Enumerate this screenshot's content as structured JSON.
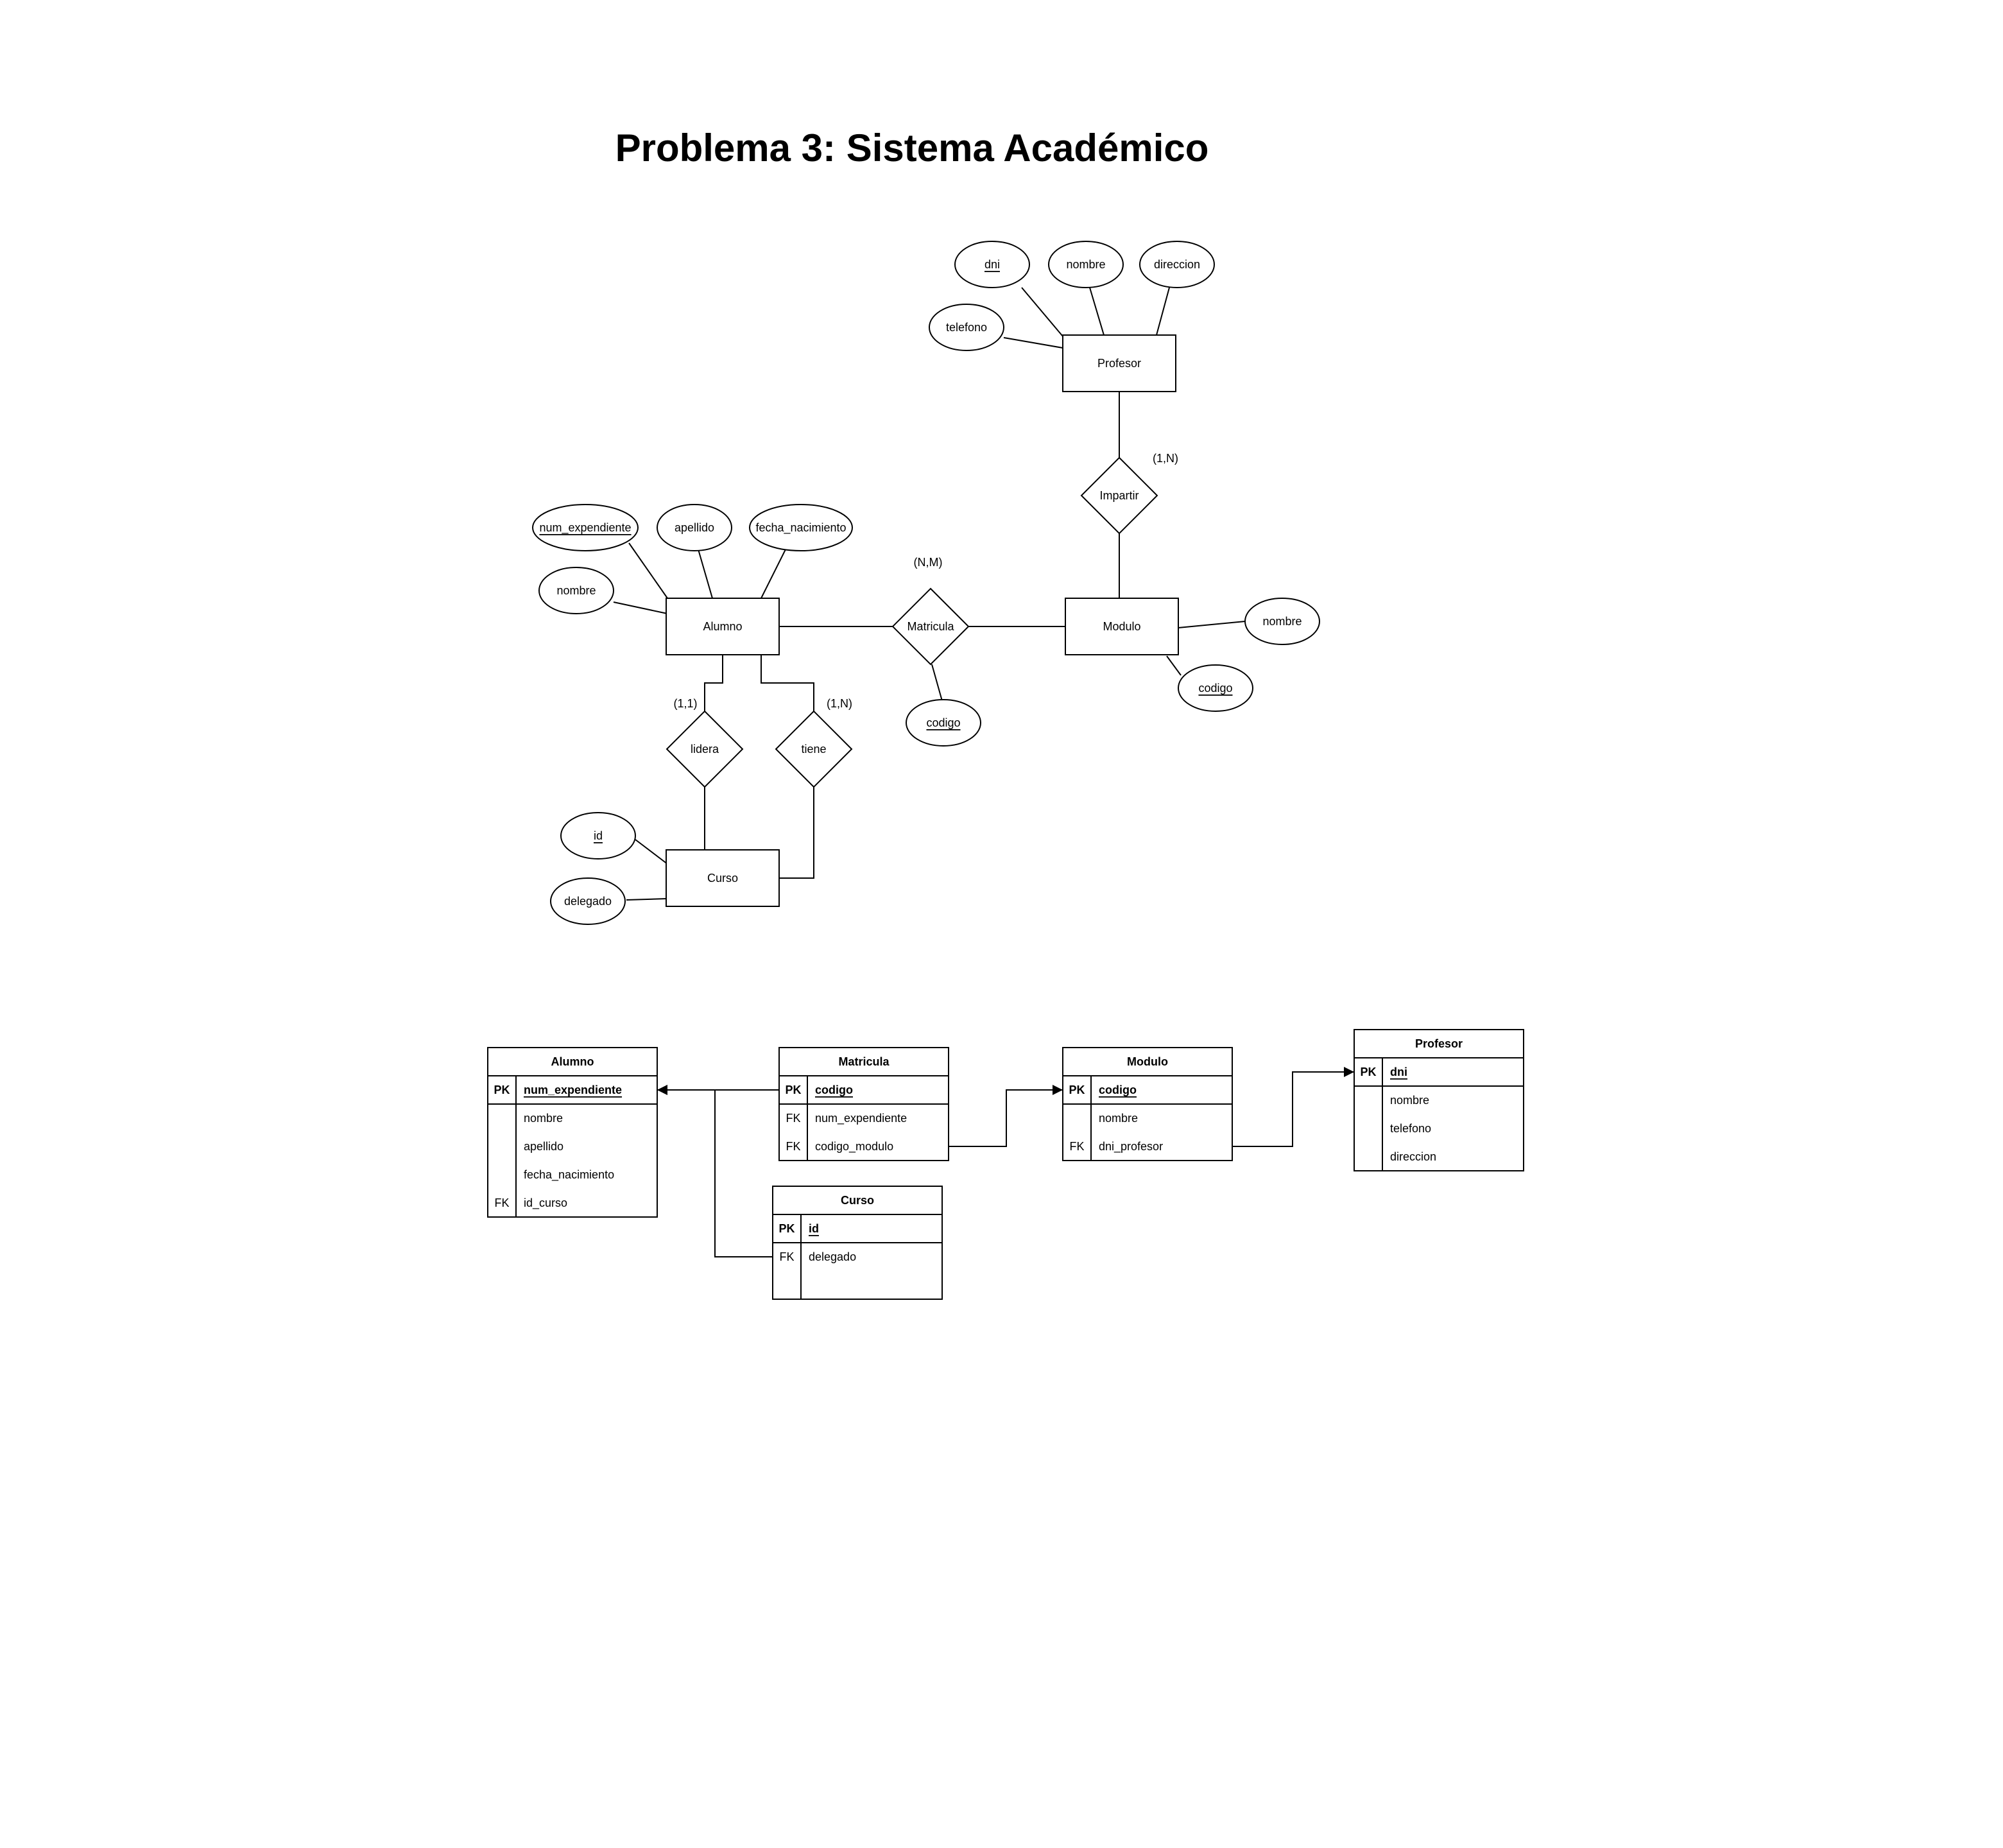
{
  "title": "Problema 3: Sistema Académico",
  "er": {
    "entities": [
      "Profesor",
      "Alumno",
      "Modulo",
      "Curso"
    ],
    "relationships": [
      "Impartir",
      "Matricula",
      "lidera",
      "tiene"
    ],
    "attributes": {
      "profesor": [
        {
          "text": "dni",
          "key": true
        },
        {
          "text": "nombre",
          "key": false
        },
        {
          "text": "direccion",
          "key": false
        },
        {
          "text": "telefono",
          "key": false
        }
      ],
      "alumno": [
        {
          "text": "num_expendiente",
          "key": true
        },
        {
          "text": "apellido",
          "key": false
        },
        {
          "text": "fecha_nacimiento",
          "key": false
        },
        {
          "text": "nombre",
          "key": false
        }
      ],
      "modulo": [
        {
          "text": "nombre",
          "key": false
        },
        {
          "text": "codigo",
          "key": true
        }
      ],
      "matricula": [
        {
          "text": "codigo",
          "key": true
        }
      ],
      "curso": [
        {
          "text": "id",
          "key": true
        },
        {
          "text": "delegado",
          "key": false
        }
      ]
    },
    "cardinalities": [
      "(1,N)",
      "(N,M)",
      "(1,1)",
      "(1,N)"
    ]
  },
  "tables": [
    {
      "name": "Alumno",
      "rows": [
        {
          "key": "PK",
          "field": "num_expendiente",
          "pk": true
        },
        {
          "key": "",
          "field": "nombre",
          "pk": false
        },
        {
          "key": "",
          "field": "apellido",
          "pk": false
        },
        {
          "key": "",
          "field": "fecha_nacimiento",
          "pk": false
        },
        {
          "key": "FK",
          "field": "id_curso",
          "pk": false
        }
      ]
    },
    {
      "name": "Matricula",
      "rows": [
        {
          "key": "PK",
          "field": "codigo",
          "pk": true
        },
        {
          "key": "FK",
          "field": "num_expendiente",
          "pk": false
        },
        {
          "key": "FK",
          "field": "codigo_modulo",
          "pk": false
        }
      ]
    },
    {
      "name": "Modulo",
      "rows": [
        {
          "key": "PK",
          "field": "codigo",
          "pk": true
        },
        {
          "key": "",
          "field": "nombre",
          "pk": false
        },
        {
          "key": "FK",
          "field": "dni_profesor",
          "pk": false
        }
      ]
    },
    {
      "name": "Profesor",
      "rows": [
        {
          "key": "PK",
          "field": "dni",
          "pk": true
        },
        {
          "key": "",
          "field": "nombre",
          "pk": false
        },
        {
          "key": "",
          "field": "telefono",
          "pk": false
        },
        {
          "key": "",
          "field": "direccion",
          "pk": false
        }
      ]
    },
    {
      "name": "Curso",
      "rows": [
        {
          "key": "PK",
          "field": "id",
          "pk": true
        },
        {
          "key": "FK",
          "field": "delegado",
          "pk": false
        },
        {
          "key": "",
          "field": "",
          "pk": false
        }
      ]
    }
  ]
}
